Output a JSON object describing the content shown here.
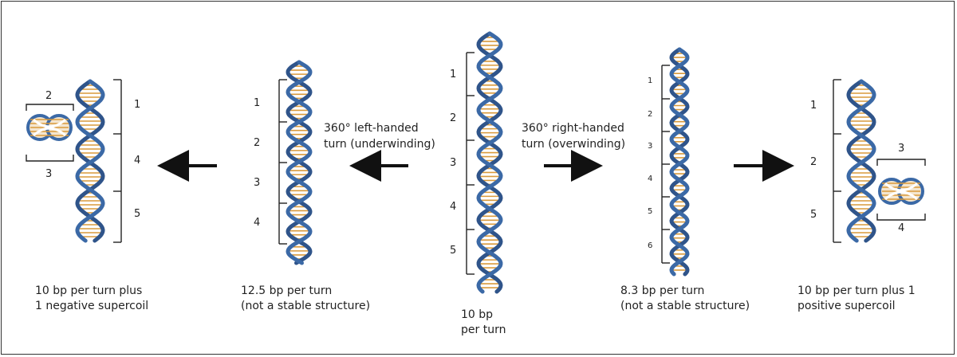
{
  "colors": {
    "strand": "#3b69a6",
    "strand_dark": "#2f548a",
    "rung": "#d99a3c",
    "rung_line": "#8a6a3a",
    "bracket": "#222222",
    "arrow": "#111111"
  },
  "panels": {
    "negative": {
      "caption": [
        "10 bp per turn plus",
        "1 negative supercoil"
      ],
      "loop_top": "2",
      "loop_bottom": "3",
      "turns": [
        "1",
        "4",
        "5"
      ]
    },
    "underwound": {
      "caption": [
        "12.5 bp per turn",
        "(not a stable structure)"
      ],
      "turns": [
        "1",
        "2",
        "3",
        "4"
      ]
    },
    "relaxed": {
      "caption": [
        "10 bp",
        "per turn"
      ],
      "turns": [
        "1",
        "2",
        "3",
        "4",
        "5"
      ]
    },
    "overwound": {
      "caption": [
        "8.3 bp per turn",
        "(not a stable structure)"
      ],
      "turns": [
        "1",
        "2",
        "3",
        "4",
        "5",
        "6"
      ]
    },
    "positive": {
      "caption": [
        "10 bp per turn plus 1",
        "positive supercoil"
      ],
      "loop_top": "3",
      "loop_bottom": "4",
      "turns": [
        "1",
        "2",
        "5"
      ]
    }
  },
  "turn_labels": {
    "left": [
      "360° left-handed",
      "turn (underwinding)"
    ],
    "right": [
      "360° right-handed",
      "turn (overwinding)"
    ]
  }
}
